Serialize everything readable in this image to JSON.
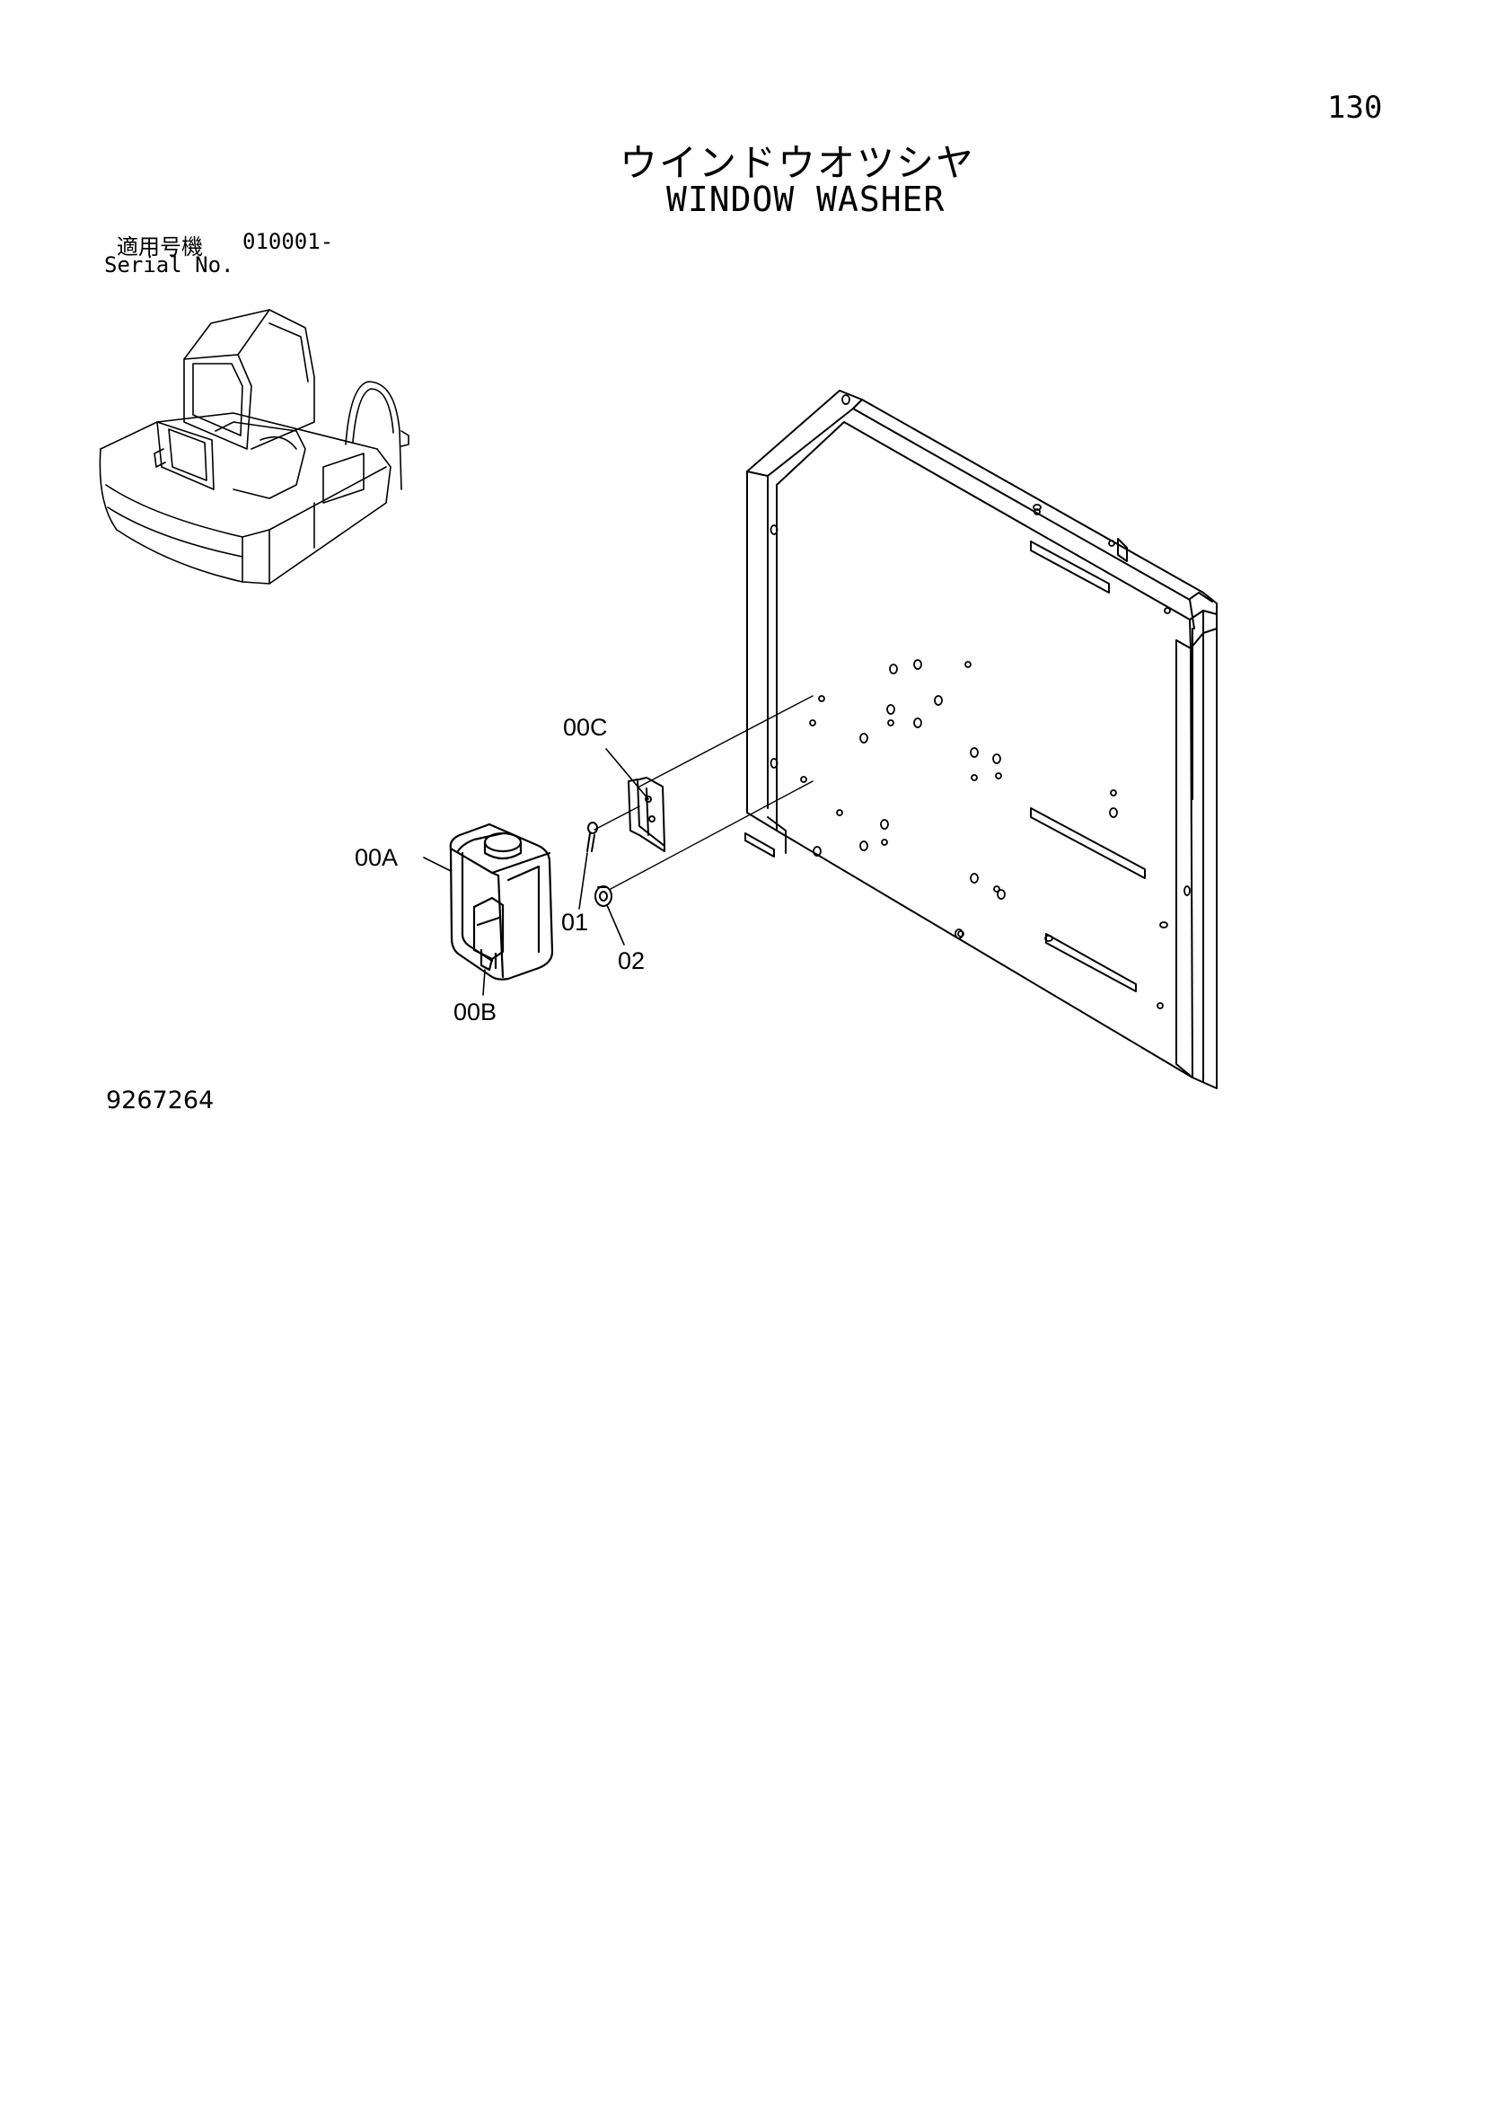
{
  "header": {
    "page_number": "130",
    "title_japanese": "ウインドウオツシヤ",
    "title_english": "WINDOW WASHER"
  },
  "serial": {
    "label_japanese": "適用号機",
    "range": "010001-",
    "label_english": "Serial No."
  },
  "callouts": [
    {
      "id": "00C",
      "label": "00C"
    },
    {
      "id": "00A",
      "label": "00A"
    },
    {
      "id": "01",
      "label": "01"
    },
    {
      "id": "02",
      "label": "02"
    },
    {
      "id": "00B",
      "label": "00B"
    }
  ],
  "footer": {
    "document_number": "9267264"
  }
}
